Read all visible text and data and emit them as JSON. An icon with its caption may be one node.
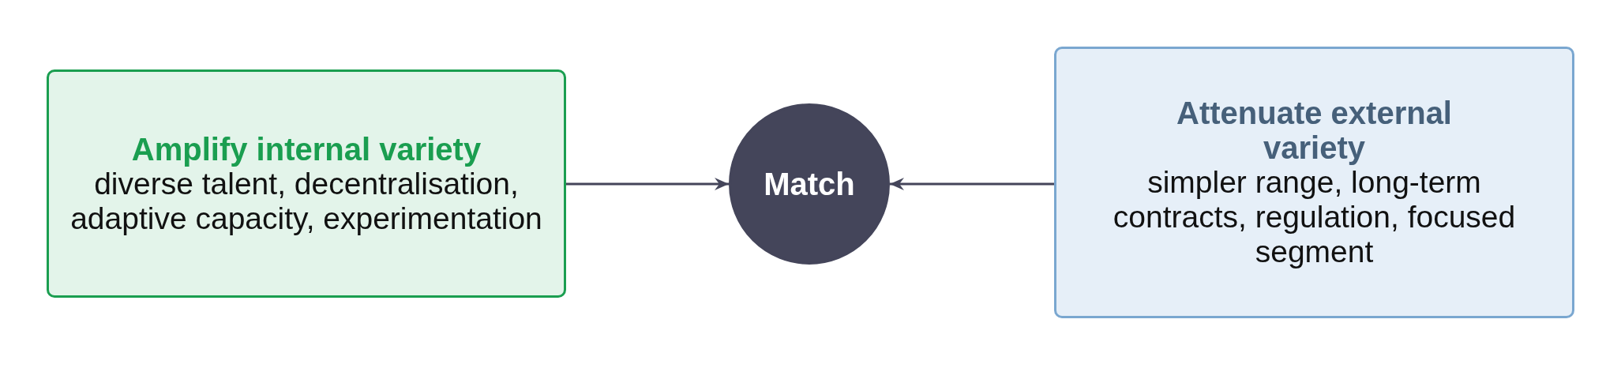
{
  "diagram": {
    "nodes": [
      {
        "text": [
          "Amplify internal variety",
          "diverse talent, decentralisation, adaptive capacity, experimentation"
        ]
      },
      {
        "text": [
          "Match"
        ]
      },
      {
        "text": [
          "Attenuate external variety",
          "simpler range, long-term contracts, regulation, focused segment"
        ]
      }
    ],
    "edges": [
      {
        "from": 0,
        "to": 1,
        "arrow": "to"
      },
      {
        "from": 2,
        "to": 1,
        "arrow": "to"
      }
    ]
  }
}
